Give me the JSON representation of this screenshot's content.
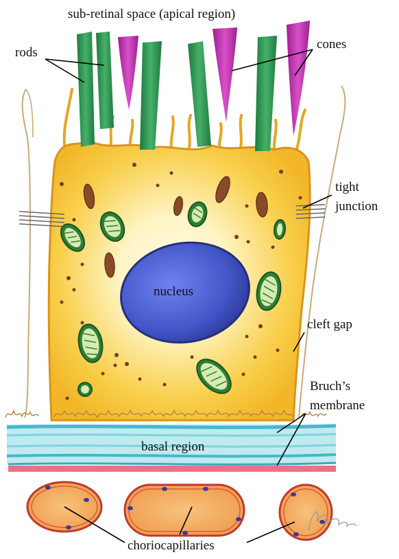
{
  "labels": {
    "subretinal": "sub-retinal space (apical region)",
    "rods": "rods",
    "cones": "cones",
    "tight_junction_1": "tight",
    "tight_junction_2": "junction",
    "nucleus": "nucleus",
    "cleft_gap": "cleft gap",
    "bruch_1": "Bruch’s",
    "bruch_2": "membrane",
    "basal": "basal region",
    "choriocapillaries": "choriocapillaries"
  },
  "colors": {
    "cell": "#f6c531",
    "cell_edge": "#d9941b",
    "rod": "#2f9a52",
    "cone": "#c53ab4",
    "nucleus": "#4a5bd0",
    "mitochondria": "#3a8a3a",
    "melanosome": "#8a4a2a",
    "bruch_teal": "#4ec3d3",
    "bruch_pink": "#e8607a",
    "capillary": "#f2a65a",
    "capillary_edge": "#c0392b"
  },
  "signature_text": "Pedle"
}
